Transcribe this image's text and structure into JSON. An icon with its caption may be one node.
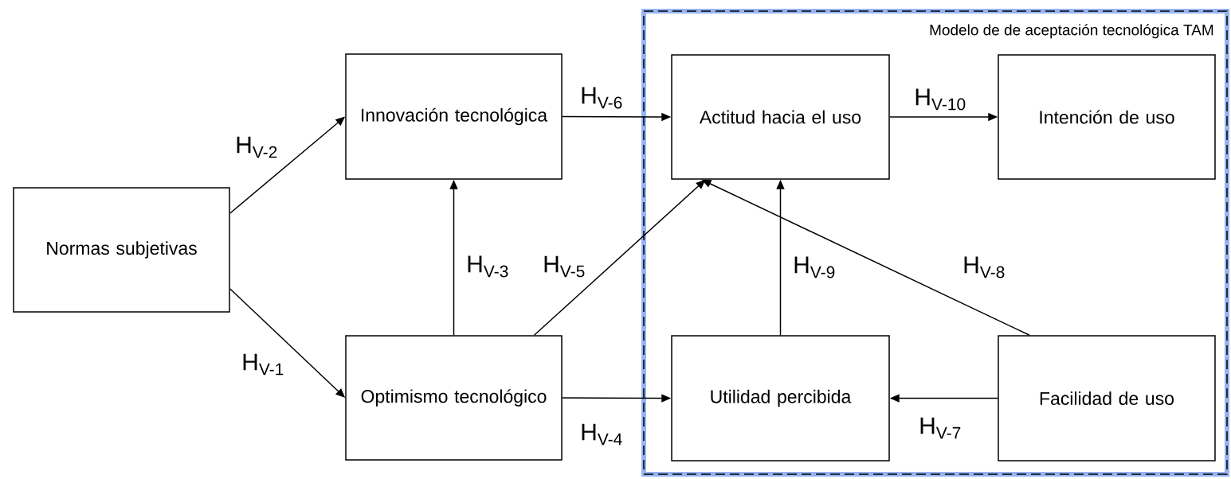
{
  "diagram": {
    "nodes": [
      {
        "text": [
          "Normas subjetivas"
        ]
      },
      {
        "text": [
          "Innovación tecnológica"
        ]
      },
      {
        "text": [
          "Optimismo tecnológico"
        ]
      },
      {
        "text": [
          "Modelo de de aceptación tecnológica TAM"
        ]
      },
      {
        "text": [
          "Actitud hacia el uso"
        ],
        "in": 3
      },
      {
        "text": [
          "Intención de uso"
        ],
        "in": 3
      },
      {
        "text": [
          "Utilidad percibida"
        ],
        "in": 3
      },
      {
        "text": [
          "Facilidad de uso"
        ],
        "in": 3
      }
    ],
    "edges": [
      {
        "from": 0,
        "to": 1,
        "arrow": "to",
        "label": "H$_{V-2}$"
      },
      {
        "from": 0,
        "to": 2,
        "arrow": "to",
        "label": "H$_{V-1}$"
      },
      {
        "from": 2,
        "to": 1,
        "arrow": "to",
        "label": "H$_{V-3}$"
      },
      {
        "from": 2,
        "to": 4,
        "arrow": "to",
        "label": "H$_{V-5}$"
      },
      {
        "from": 2,
        "to": 6,
        "arrow": "to",
        "label": "H$_{V-4}$"
      },
      {
        "from": 1,
        "to": 4,
        "arrow": "to",
        "label": "H$_{V-6}$"
      },
      {
        "from": 4,
        "to": 5,
        "arrow": "to",
        "label": "H$_{V-10}$"
      },
      {
        "from": 6,
        "to": 4,
        "arrow": "to",
        "label": "H$_{V-9}$"
      },
      {
        "from": 7,
        "to": 4,
        "arrow": "to",
        "label": "H$_{V-8}$"
      },
      {
        "from": 7,
        "to": 6,
        "arrow": "to",
        "label": "H$_{V-7}$"
      }
    ]
  }
}
